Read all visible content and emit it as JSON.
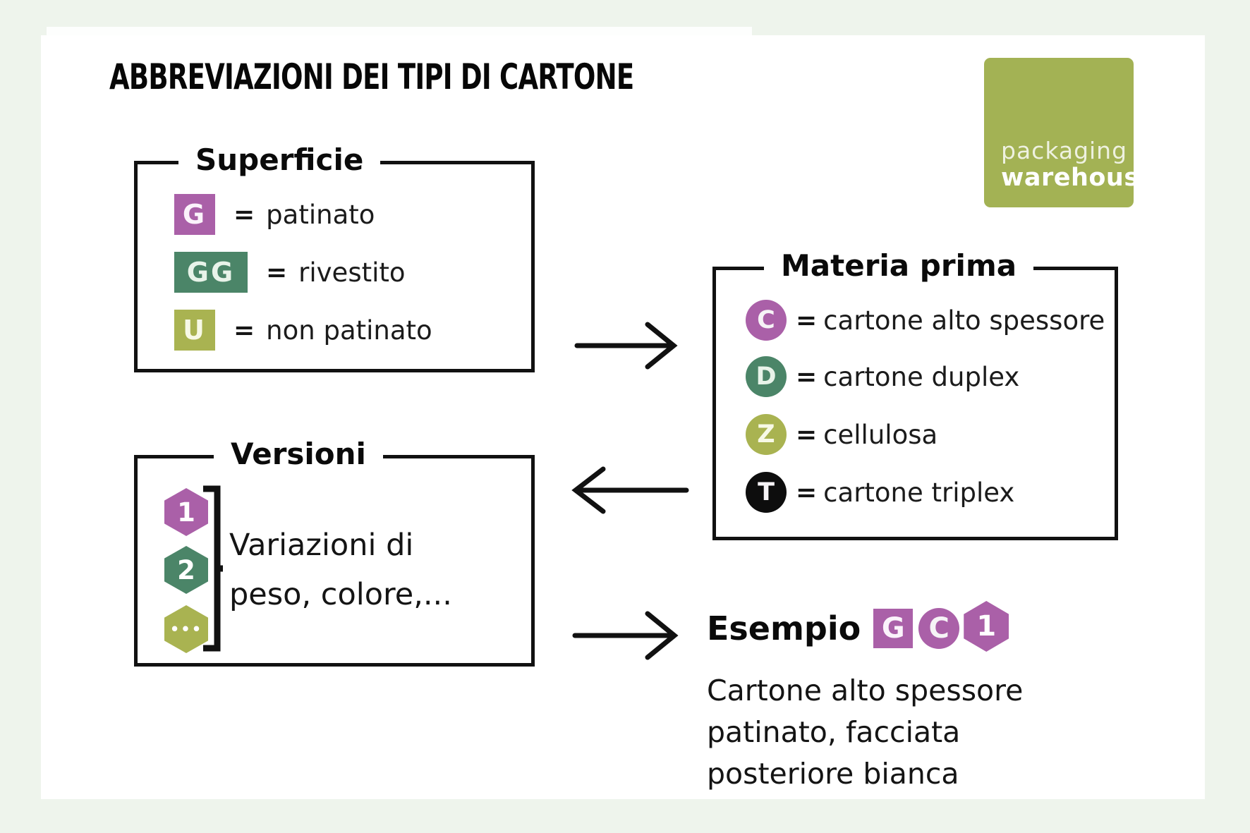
{
  "page": {
    "title": "ABBREVIAZIONI DEI TIPI DI CARTONE"
  },
  "logo": {
    "line1": "packaging",
    "line2": "warehouse",
    "bg": "#a3b254"
  },
  "colors": {
    "background": "#eef4ec",
    "purple": "#aa60a8",
    "green": "#4b8568",
    "olive": "#a9b351",
    "black": "#0d0d0d",
    "line": "#111111"
  },
  "superficie": {
    "title": "Superficie",
    "items": [
      {
        "badge": "G",
        "shape": "square",
        "color": "purple",
        "eq": "=",
        "label": "patinato"
      },
      {
        "badge": "GG",
        "shape": "square",
        "color": "green",
        "eq": "=",
        "label": "rivestito"
      },
      {
        "badge": "U",
        "shape": "square",
        "color": "olive",
        "eq": "=",
        "label": "non patinato"
      }
    ]
  },
  "materia_prima": {
    "title": "Materia prima",
    "items": [
      {
        "badge": "C",
        "shape": "circle",
        "color": "purple",
        "eq": "=",
        "label": "cartone alto spessore"
      },
      {
        "badge": "D",
        "shape": "circle",
        "color": "green",
        "eq": "=",
        "label": "cartone duplex"
      },
      {
        "badge": "Z",
        "shape": "circle",
        "color": "olive",
        "eq": "=",
        "label": "cellulosa"
      },
      {
        "badge": "T",
        "shape": "circle",
        "color": "black",
        "eq": "=",
        "label": "cartone triplex"
      }
    ]
  },
  "versioni": {
    "title": "Versioni",
    "hexagons": [
      {
        "label": "1",
        "color": "purple"
      },
      {
        "label": "2",
        "color": "green"
      },
      {
        "label": "•••",
        "color": "olive"
      }
    ],
    "description_line1": "Variazioni di",
    "description_line2": "peso, colore,..."
  },
  "esempio": {
    "title": "Esempio",
    "badges": [
      {
        "label": "G",
        "shape": "square",
        "color": "purple"
      },
      {
        "label": "C",
        "shape": "circle",
        "color": "purple"
      },
      {
        "label": "1",
        "shape": "hexagon",
        "color": "purple"
      }
    ],
    "caption_lines": [
      "Cartone alto spessore",
      "patinato, facciata",
      "posteriore bianca"
    ]
  }
}
